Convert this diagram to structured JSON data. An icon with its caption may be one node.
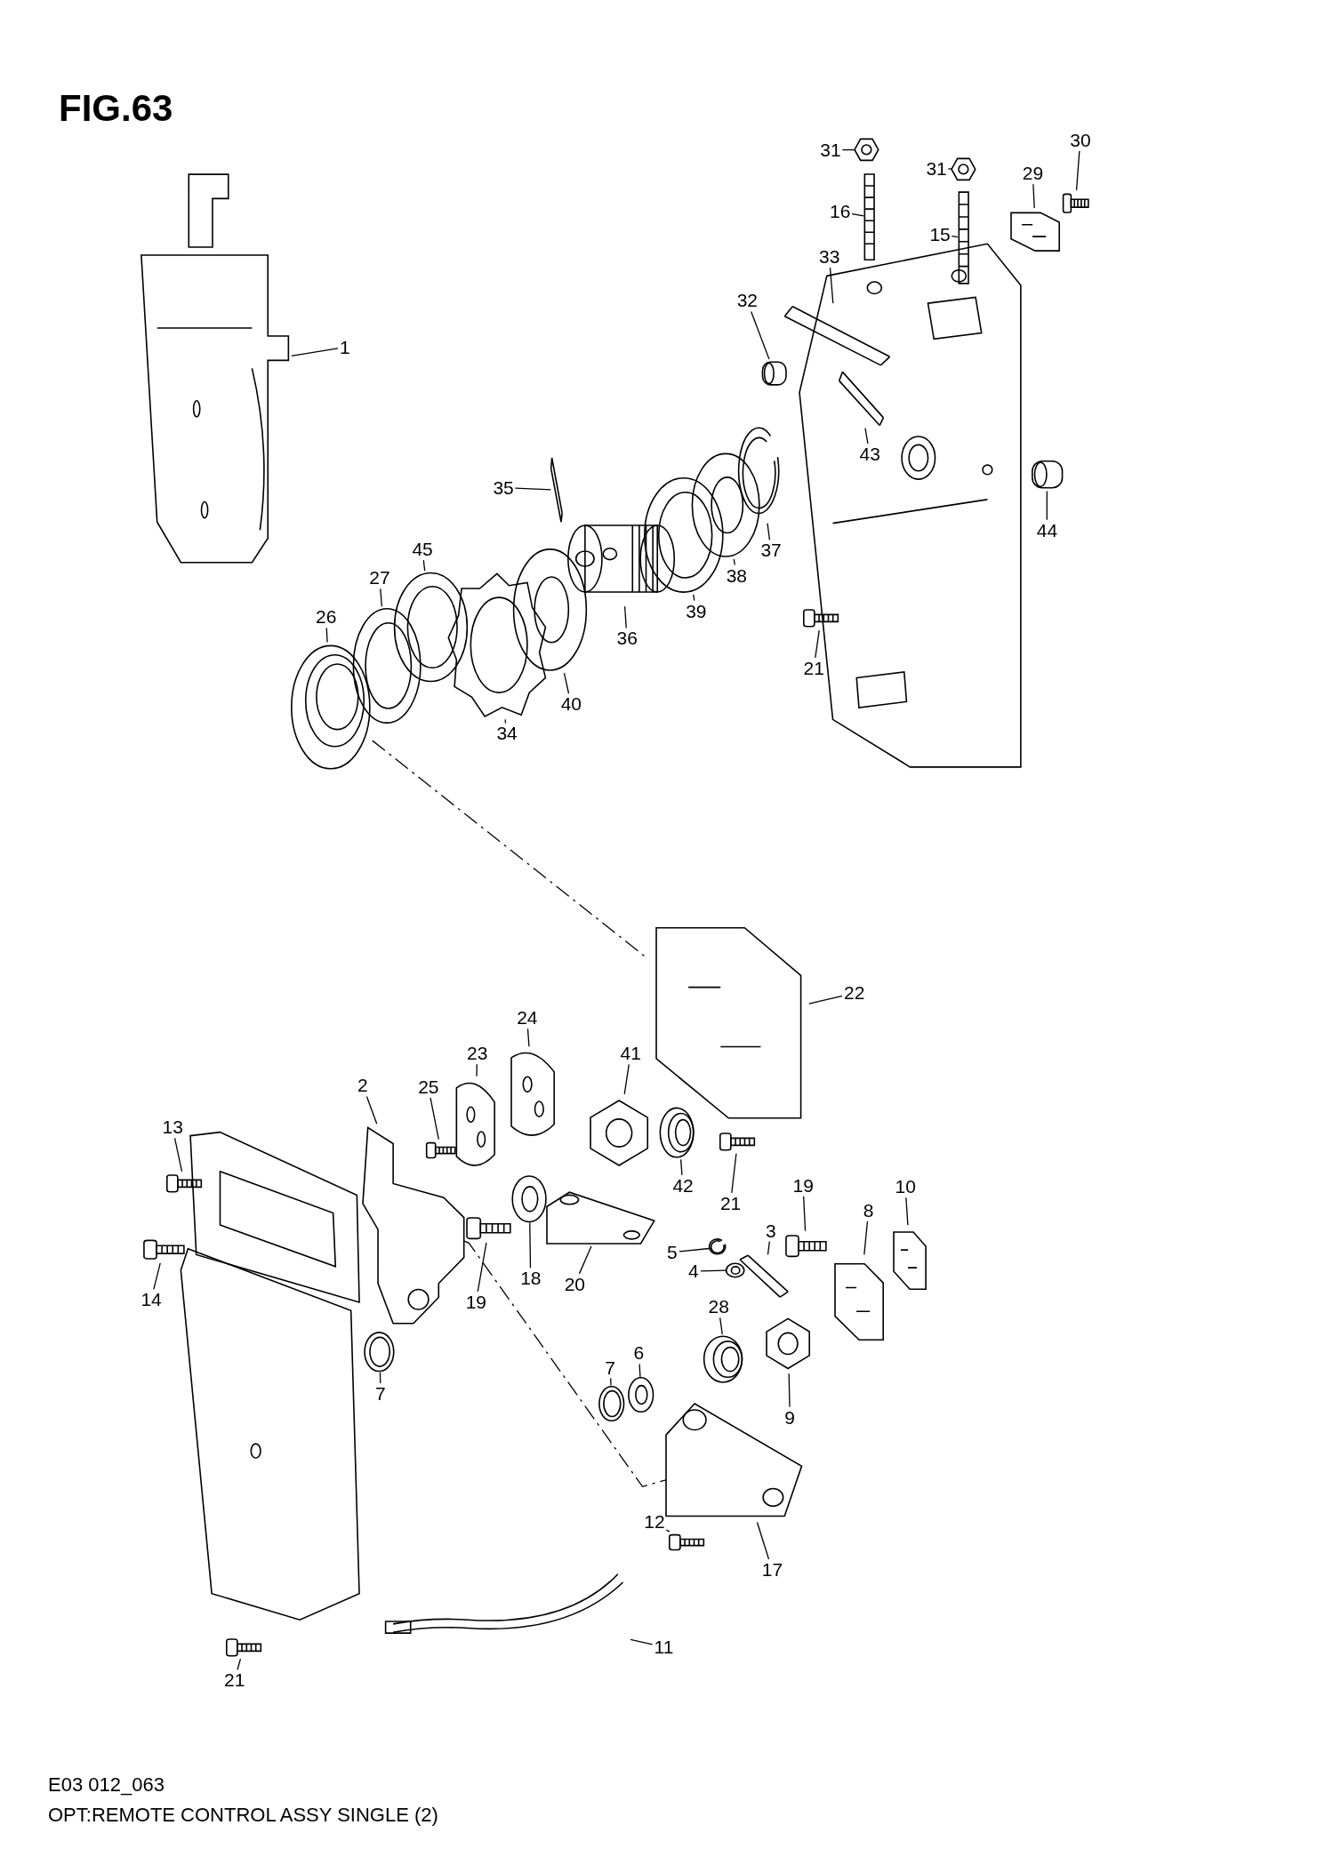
{
  "diagram": {
    "title": "FIG.63",
    "caption": "OPT:REMOTE CONTROL ASSY SINGLE (2)",
    "nodes": [
      {
        "text": [
          "1"
        ]
      },
      {
        "text": [],
        "shape": "picture"
      },
      {
        "text": [
          "31"
        ]
      },
      {
        "text": [],
        "shape": "picture"
      },
      {
        "text": [
          "31"
        ]
      },
      {
        "text": [],
        "shape": "picture"
      },
      {
        "text": [
          "30"
        ]
      },
      {
        "text": [],
        "shape": "picture"
      },
      {
        "text": [
          "29"
        ]
      },
      {
        "text": [],
        "shape": "picture"
      },
      {
        "text": [
          "16"
        ]
      },
      {
        "text": [],
        "shape": "picture"
      },
      {
        "text": [
          "15"
        ]
      },
      {
        "text": [],
        "shape": "picture"
      },
      {
        "text": [
          "33"
        ]
      },
      {
        "text": [],
        "shape": "picture"
      },
      {
        "text": [
          "32"
        ]
      },
      {
        "text": [],
        "shape": "picture"
      },
      {
        "text": [
          "35"
        ]
      },
      {
        "text": [],
        "shape": "picture"
      },
      {
        "text": [
          "43"
        ]
      },
      {
        "text": [],
        "shape": "picture"
      },
      {
        "text": [
          "44"
        ]
      },
      {
        "text": [],
        "shape": "picture"
      },
      {
        "text": [
          "45"
        ]
      },
      {
        "text": [],
        "shape": "picture"
      },
      {
        "text": [
          "27"
        ]
      },
      {
        "text": [],
        "shape": "picture"
      },
      {
        "text": [
          "26"
        ]
      },
      {
        "text": [],
        "shape": "picture"
      },
      {
        "text": [
          "34"
        ]
      },
      {
        "text": [],
        "shape": "picture"
      },
      {
        "text": [
          "40"
        ]
      },
      {
        "text": [],
        "shape": "picture"
      },
      {
        "text": [
          "36"
        ]
      },
      {
        "text": [],
        "shape": "picture"
      },
      {
        "text": [
          "39"
        ]
      },
      {
        "text": [],
        "shape": "picture"
      },
      {
        "text": [
          "38"
        ]
      },
      {
        "text": [],
        "shape": "picture"
      },
      {
        "text": [
          "37"
        ]
      },
      {
        "text": [],
        "shape": "picture"
      },
      {
        "text": [
          "21"
        ]
      },
      {
        "text": [],
        "shape": "picture"
      },
      {
        "text": [
          "22"
        ]
      },
      {
        "text": [],
        "shape": "picture"
      },
      {
        "text": [
          "24"
        ]
      },
      {
        "text": [],
        "shape": "picture"
      },
      {
        "text": [
          "23"
        ]
      },
      {
        "text": [],
        "shape": "picture"
      },
      {
        "text": [
          "41"
        ]
      },
      {
        "text": [],
        "shape": "picture"
      },
      {
        "text": [
          "2"
        ]
      },
      {
        "text": [],
        "shape": "picture"
      },
      {
        "text": [
          "25"
        ]
      },
      {
        "text": [],
        "shape": "picture"
      },
      {
        "text": [
          "13"
        ]
      },
      {
        "text": [],
        "shape": "picture"
      },
      {
        "text": [
          "42"
        ]
      },
      {
        "text": [],
        "shape": "picture"
      },
      {
        "text": [
          "21"
        ]
      },
      {
        "text": [],
        "shape": "picture"
      },
      {
        "text": [
          "19"
        ]
      },
      {
        "text": [],
        "shape": "picture"
      },
      {
        "text": [
          "10"
        ]
      },
      {
        "text": [],
        "shape": "picture"
      },
      {
        "text": [
          "8"
        ]
      },
      {
        "text": [],
        "shape": "picture"
      },
      {
        "text": [
          "14"
        ]
      },
      {
        "text": [],
        "shape": "picture"
      },
      {
        "text": [
          "20"
        ]
      },
      {
        "text": [],
        "shape": "picture"
      },
      {
        "text": [
          "19"
        ]
      },
      {
        "text": [],
        "shape": "picture"
      },
      {
        "text": [
          "18"
        ]
      },
      {
        "text": [],
        "shape": "picture"
      },
      {
        "text": [
          "3"
        ]
      },
      {
        "text": [],
        "shape": "picture"
      },
      {
        "text": [
          "5"
        ]
      },
      {
        "text": [],
        "shape": "picture"
      },
      {
        "text": [
          "4"
        ]
      },
      {
        "text": [],
        "shape": "picture"
      },
      {
        "text": [
          "7"
        ]
      },
      {
        "text": [],
        "shape": "picture"
      },
      {
        "text": [
          "28"
        ]
      },
      {
        "text": [],
        "shape": "picture"
      },
      {
        "text": [
          "9"
        ]
      },
      {
        "text": [],
        "shape": "picture"
      },
      {
        "text": [
          "6"
        ]
      },
      {
        "text": [],
        "shape": "picture"
      },
      {
        "text": [
          "7"
        ]
      },
      {
        "text": [],
        "shape": "picture"
      },
      {
        "text": [
          "12"
        ]
      },
      {
        "text": [],
        "shape": "picture"
      },
      {
        "text": [
          "17"
        ]
      },
      {
        "text": [],
        "shape": "picture"
      },
      {
        "text": [
          "11"
        ]
      },
      {
        "text": [],
        "shape": "picture"
      },
      {
        "text": [
          "21"
        ]
      },
      {
        "text": [],
        "shape": "picture"
      }
    ],
    "edges": [
      {
        "from": 0,
        "to": 1,
        "arrow": "none"
      },
      {
        "from": 2,
        "to": 3,
        "arrow": "none"
      },
      {
        "from": 4,
        "to": 5,
        "arrow": "none"
      },
      {
        "from": 6,
        "to": 7,
        "arrow": "none"
      },
      {
        "from": 8,
        "to": 9,
        "arrow": "none"
      },
      {
        "from": 10,
        "to": 11,
        "arrow": "none"
      },
      {
        "from": 12,
        "to": 13,
        "arrow": "none"
      },
      {
        "from": 14,
        "to": 15,
        "arrow": "none"
      },
      {
        "from": 16,
        "to": 17,
        "arrow": "none"
      },
      {
        "from": 18,
        "to": 19,
        "arrow": "none"
      },
      {
        "from": 20,
        "to": 21,
        "arrow": "none"
      },
      {
        "from": 22,
        "to": 23,
        "arrow": "none"
      },
      {
        "from": 24,
        "to": 25,
        "arrow": "none"
      },
      {
        "from": 26,
        "to": 27,
        "arrow": "none"
      },
      {
        "from": 28,
        "to": 29,
        "arrow": "none"
      },
      {
        "from": 30,
        "to": 31,
        "arrow": "none"
      },
      {
        "from": 32,
        "to": 33,
        "arrow": "none"
      },
      {
        "from": 34,
        "to": 35,
        "arrow": "none"
      },
      {
        "from": 36,
        "to": 37,
        "arrow": "none"
      },
      {
        "from": 38,
        "to": 39,
        "arrow": "none"
      },
      {
        "from": 40,
        "to": 41,
        "arrow": "none"
      },
      {
        "from": 42,
        "to": 43,
        "arrow": "none"
      },
      {
        "from": 44,
        "to": 45,
        "arrow": "none"
      },
      {
        "from": 46,
        "to": 47,
        "arrow": "none"
      },
      {
        "from": 48,
        "to": 49,
        "arrow": "none"
      },
      {
        "from": 50,
        "to": 51,
        "arrow": "none"
      },
      {
        "from": 52,
        "to": 53,
        "arrow": "none"
      },
      {
        "from": 54,
        "to": 55,
        "arrow": "none"
      },
      {
        "from": 56,
        "to": 57,
        "arrow": "none"
      },
      {
        "from": 58,
        "to": 59,
        "arrow": "none"
      },
      {
        "from": 60,
        "to": 61,
        "arrow": "none"
      },
      {
        "from": 62,
        "to": 63,
        "arrow": "none"
      },
      {
        "from": 64,
        "to": 65,
        "arrow": "none"
      },
      {
        "from": 66,
        "to": 67,
        "arrow": "none"
      },
      {
        "from": 68,
        "to": 69,
        "arrow": "none"
      },
      {
        "from": 70,
        "to": 71,
        "arrow": "none"
      },
      {
        "from": 72,
        "to": 73,
        "arrow": "none"
      },
      {
        "from": 74,
        "to": 75,
        "arrow": "none"
      },
      {
        "from": 76,
        "to": 77,
        "arrow": "none"
      },
      {
        "from": 78,
        "to": 79,
        "arrow": "none"
      },
      {
        "from": 80,
        "to": 81,
        "arrow": "none"
      },
      {
        "from": 82,
        "to": 83,
        "arrow": "none"
      },
      {
        "from": 84,
        "to": 85,
        "arrow": "none"
      },
      {
        "from": 86,
        "to": 87,
        "arrow": "none"
      },
      {
        "from": 88,
        "to": 89,
        "arrow": "none"
      },
      {
        "from": 90,
        "to": 91,
        "arrow": "none"
      },
      {
        "from": 92,
        "to": 93,
        "arrow": "none"
      },
      {
        "from": 94,
        "to": 95,
        "arrow": "none"
      },
      {
        "from": 96,
        "to": 97,
        "arrow": "none"
      },
      {
        "from": 98,
        "to": 99,
        "arrow": "none"
      },
      {
        "from": 29,
        "to": 45,
        "arrow": "none",
        "style": "dashed"
      },
      {
        "from": 53,
        "to": 95,
        "arrow": "none",
        "style": "dashed"
      }
    ],
    "labels": [
      "E03 012_063"
    ]
  }
}
